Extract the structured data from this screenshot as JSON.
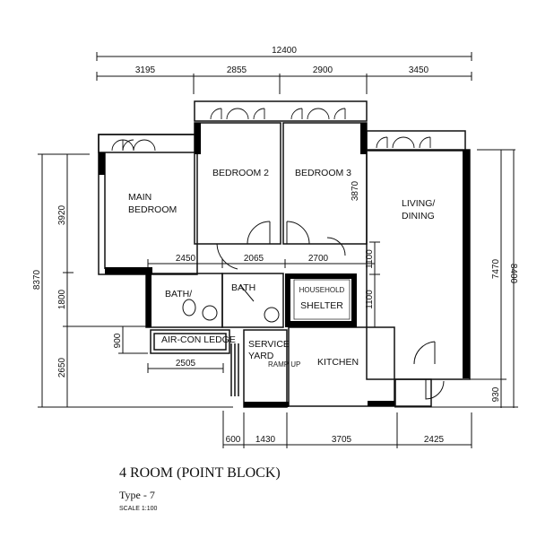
{
  "plan": {
    "title": "4 ROOM (POINT BLOCK)",
    "type": "Type - 7",
    "scale": "SCALE  1:100"
  },
  "rooms": {
    "main_bedroom_1": "MAIN",
    "main_bedroom_2": "BEDROOM",
    "bedroom2": "BEDROOM 2",
    "bedroom3": "BEDROOM 3",
    "living_1": "LIVING/",
    "living_2": "DINING",
    "bath1": "BATH/",
    "bath2": "BATH",
    "shelter_1": "HOUSEHOLD",
    "shelter_2": "SHELTER",
    "aircon": "AIR-CON LEDGE",
    "service_1": "SERVICE",
    "service_2": "YARD",
    "ramp": "RAMP UP",
    "kitchen": "KITCHEN"
  },
  "dimensions": {
    "top_total": "12400",
    "top": [
      "3195",
      "2855",
      "2900",
      "3450"
    ],
    "left_total": "8370",
    "left": [
      "3920",
      "1800",
      "2650"
    ],
    "left_inner": "900",
    "aircon_width": "2505",
    "mid": [
      "2450",
      "2065",
      "2700"
    ],
    "bedroom3_depth": "3870",
    "shelter_v": [
      "1100",
      "1100"
    ],
    "right": [
      "7470",
      "8400",
      "930"
    ],
    "bottom": [
      "600",
      "1430",
      "3705",
      "2425"
    ]
  },
  "colors": {
    "line": "#111111",
    "wall": "#000000",
    "background": "#ffffff"
  }
}
